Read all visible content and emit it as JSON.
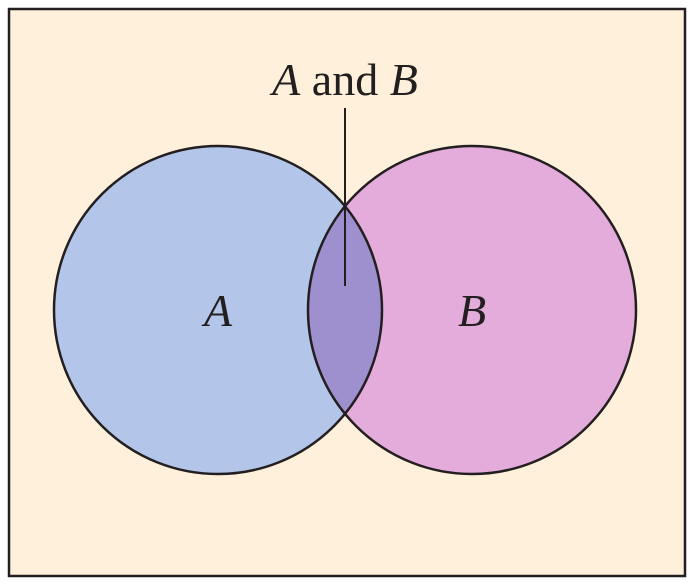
{
  "diagram": {
    "title_parts": {
      "a": "A",
      "conj": " and ",
      "b": "B"
    },
    "set_a": {
      "label": "A",
      "fill": "#b3c6ea"
    },
    "set_b": {
      "label": "B",
      "fill": "#e3acdb"
    },
    "intersection": {
      "fill": "#9e8fcf"
    },
    "background": "#fef0db",
    "stroke": "#231f20"
  }
}
